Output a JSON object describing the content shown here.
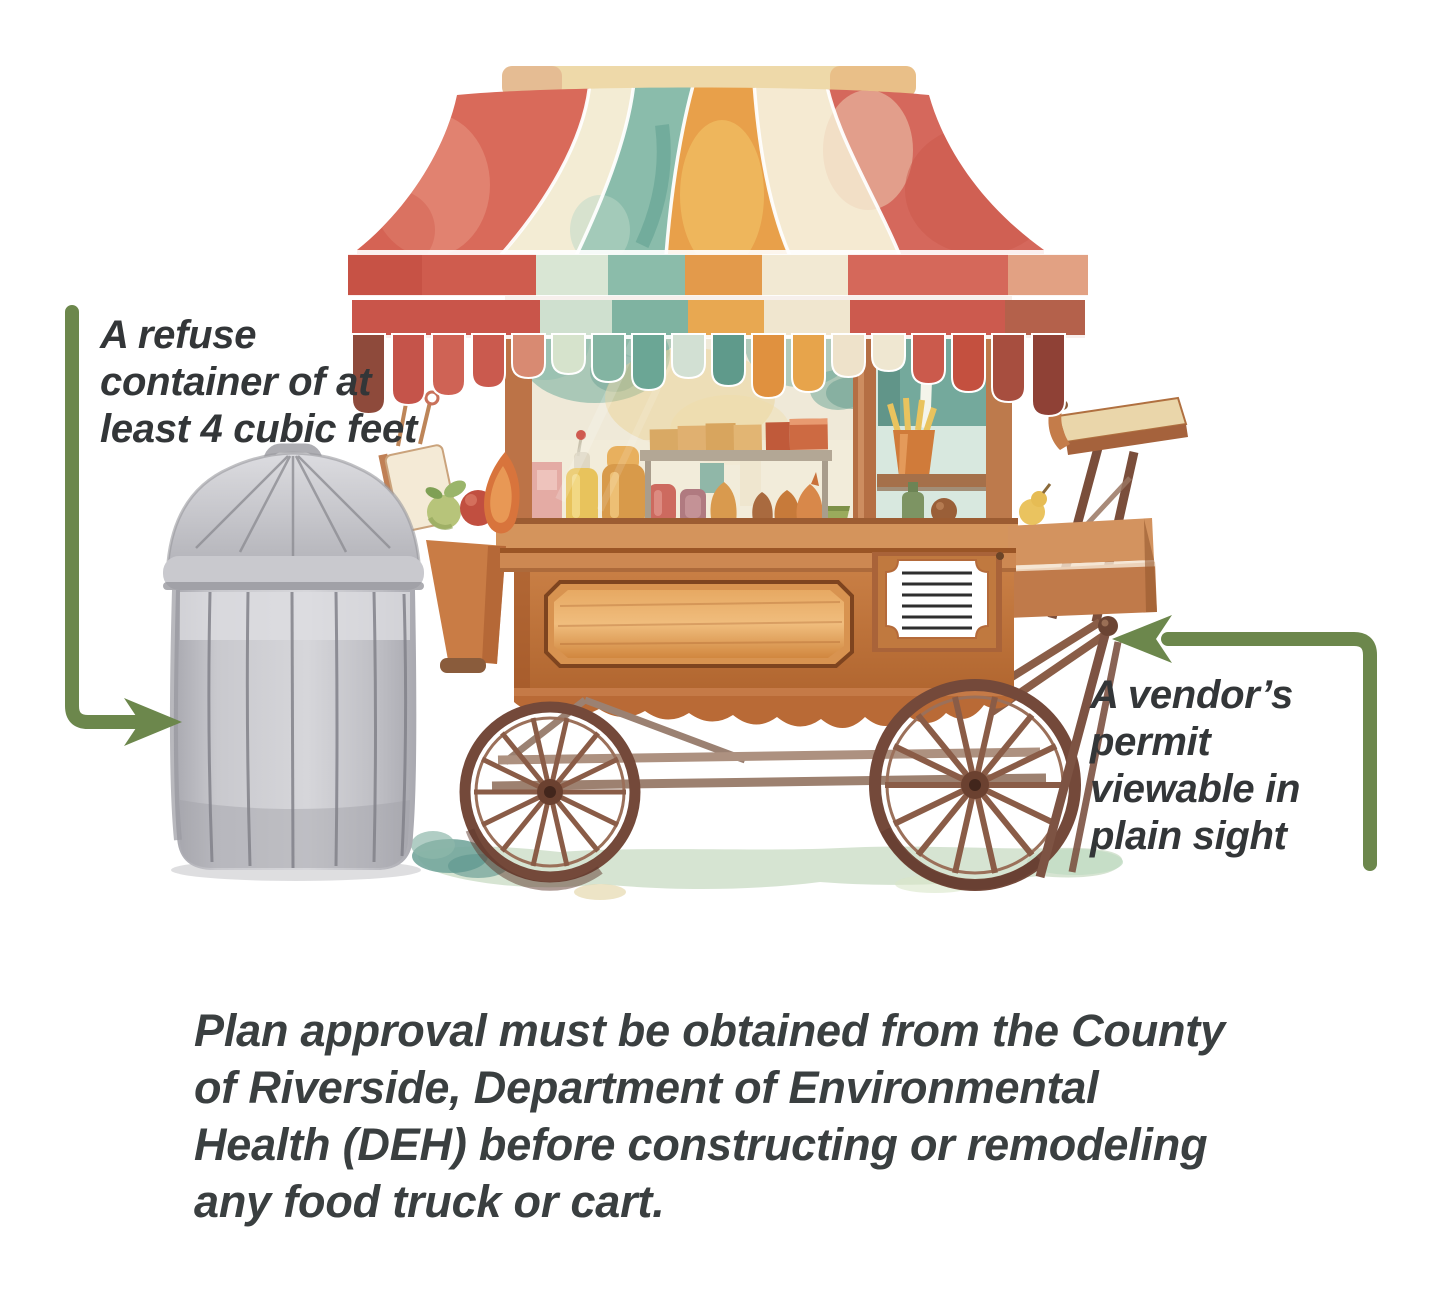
{
  "labels": {
    "refuse": {
      "lines": [
        "A refuse",
        "container of at",
        "least 4 cubic feet"
      ]
    },
    "permit": {
      "lines": [
        "A vendor’s",
        "permit",
        "viewable in",
        "plain sight"
      ]
    }
  },
  "footer": {
    "lines": [
      "Plan approval must be obtained from the County",
      "of Riverside, Department of Environmental",
      "Health (DEH) before constructing or remodeling",
      "any food truck or cart."
    ]
  },
  "colors": {
    "arrow_green": "#6c874c",
    "label_text": "#333638",
    "footer_text": "#3a3f40",
    "awning_red": "#d5685c",
    "awning_teal": "#8abcab",
    "awning_orange": "#e8a04a",
    "awning_cream": "#f3ecd4",
    "cart_wood": "#c67c42",
    "trash_can_gray": "#c6c6cb"
  },
  "illustration": {
    "description": "Watercolor street food vendor cart with striped awning, display window of food, spoked wooden wheels, a blank vendor permit sign on the cart, and a metal refuse can beside it",
    "permit_sign_rule_count": "6"
  }
}
